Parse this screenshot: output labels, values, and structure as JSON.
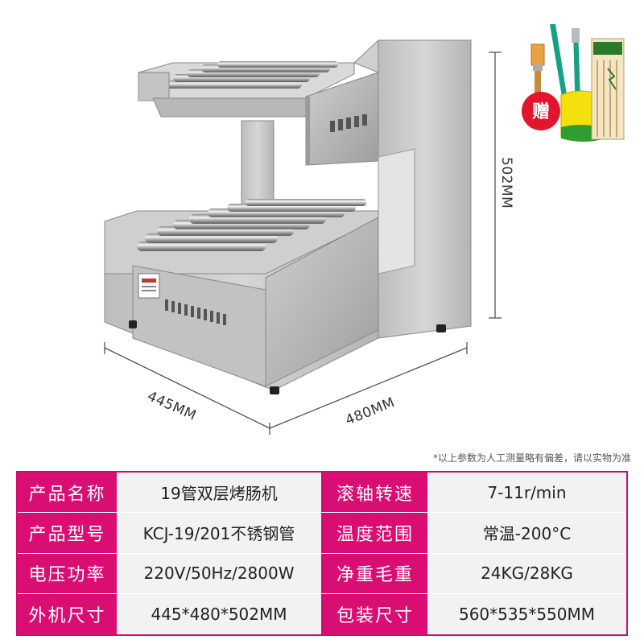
{
  "dimensions": {
    "width": "445MM",
    "depth": "480MM",
    "height": "502MM"
  },
  "gift_badge": "赠",
  "disclaimer": "*以上参数为人工测量略有偏差，请以实物为准",
  "specs": [
    {
      "label1": "产品名称",
      "value1": "19管双层烤肠机",
      "label2": "滚轴转速",
      "value2": "7-11r/min"
    },
    {
      "label1": "产品型号",
      "value1": "KCJ-19/201不锈钢管",
      "label2": "温度范围",
      "value2": "常温-200°C"
    },
    {
      "label1": "电压功率",
      "value1": "220V/50Hz/2800W",
      "label2": "净重毛重",
      "value2": "24KG/28KG"
    },
    {
      "label1": "外机尺寸",
      "value1": "445*480*502MM",
      "label2": "包装尺寸",
      "value2": "560*535*550MM"
    }
  ],
  "colors": {
    "accent": "#d90d72",
    "steel": "#c8c8c8",
    "steel_dark": "#a9a9a9"
  },
  "icons": [
    "brush-icon",
    "tongs-icon",
    "sponge-icon",
    "skewers-icon"
  ]
}
